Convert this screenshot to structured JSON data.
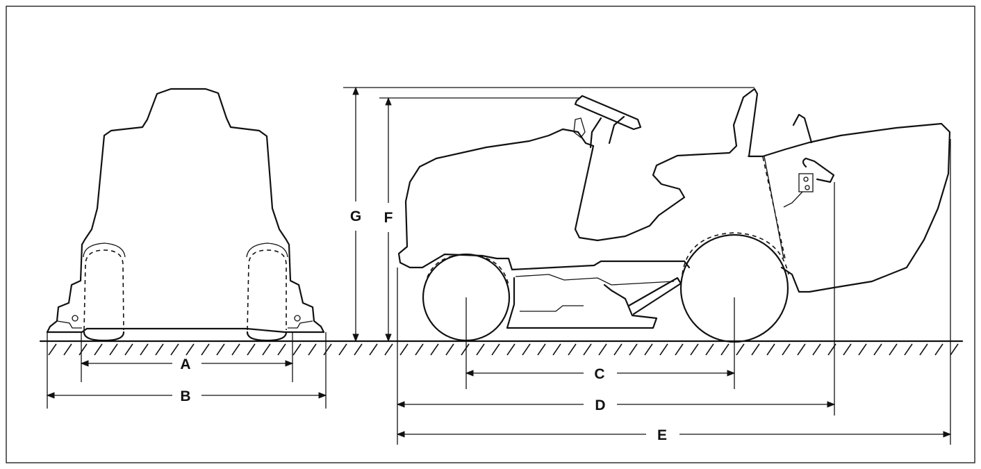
{
  "colors": {
    "ink": "#111111",
    "background": "#ffffff"
  },
  "labels": {
    "a": "A",
    "b": "B",
    "c": "C",
    "d": "D",
    "e": "E",
    "f": "F",
    "g": "G"
  }
}
